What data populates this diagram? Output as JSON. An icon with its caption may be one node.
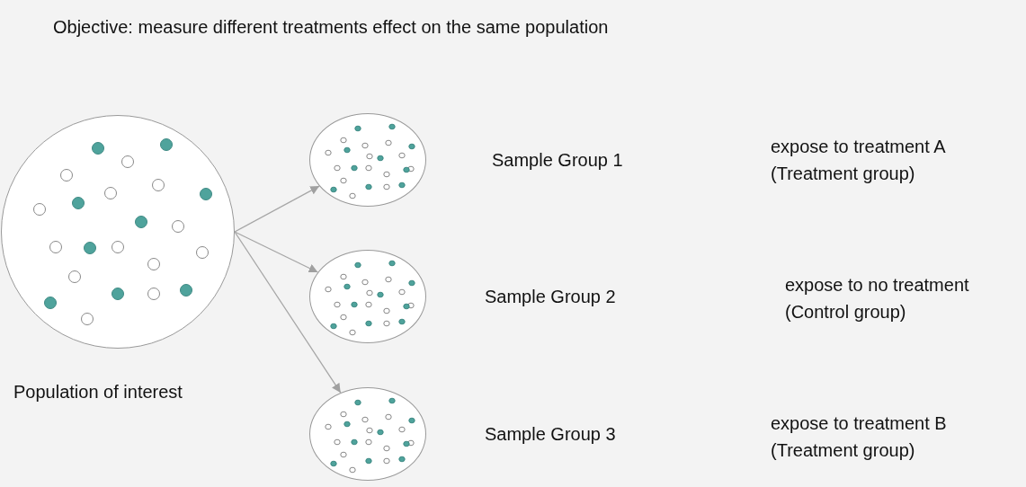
{
  "diagram": {
    "title": "Objective: measure different treatments effect on the same population",
    "nodes": [
      {
        "text": [],
        "shape": "circle",
        "beside": [
          "Population of interest"
        ]
      },
      {
        "text": [],
        "shape": "circle",
        "beside": [
          "Sample Group 1"
        ]
      },
      {
        "text": [],
        "shape": "circle",
        "beside": [
          "Sample Group 2"
        ]
      },
      {
        "text": [],
        "shape": "circle",
        "beside": [
          "Sample Group 3"
        ]
      }
    ],
    "edges": [
      {
        "from": 0,
        "to": 1,
        "arrow": "to"
      },
      {
        "from": 0,
        "to": 2,
        "arrow": "to"
      },
      {
        "from": 0,
        "to": 3,
        "arrow": "to"
      }
    ],
    "labels": [
      "expose to treatment A (Treatment group)",
      "expose to no treatment (Control group)",
      "expose to treatment B (Treatment group)"
    ]
  }
}
